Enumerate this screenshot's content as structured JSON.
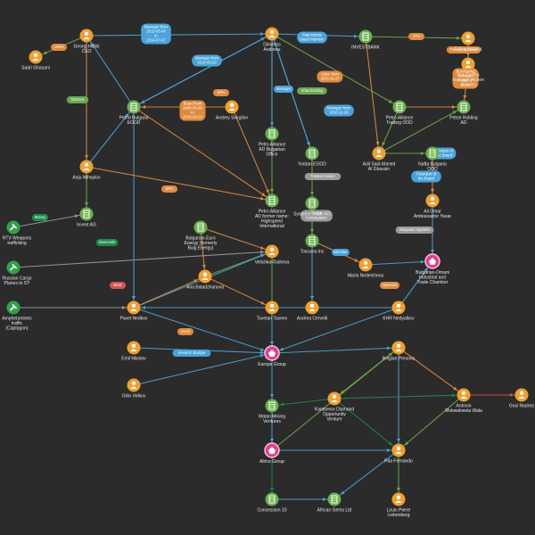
{
  "colors": {
    "background": "#2b2b2b",
    "person": "#f0a030",
    "company": "#6ab04c",
    "group": "#e0408c",
    "reg": "#2fa34a",
    "edge_blue": "#4aa3d9",
    "edge_green": "#6aa84f",
    "edge_orange": "#e08a3c",
    "edge_darkgreen": "#1e8a4a",
    "edge_red": "#d9534f",
    "edge_gray": "#9a9a9a"
  },
  "nodes": [
    {
      "id": "borislav",
      "type": "person",
      "label": "Georgi Halidi CEO"
    },
    {
      "id": "dimitrios",
      "type": "person",
      "label": "Dimitrios Andreou"
    },
    {
      "id": "sadri",
      "type": "person",
      "label": "Sadri Ghasani"
    },
    {
      "id": "ibvest",
      "type": "company",
      "label": "INVESTBANK"
    },
    {
      "id": "fatya",
      "type": "person",
      "label": "Fatya Sinovia"
    },
    {
      "id": "kelvin",
      "type": "person",
      "label": "Purchasing manager Hulton of Sales"
    },
    {
      "id": "petrol_holding",
      "type": "company",
      "label": "Petrol Holding AD"
    },
    {
      "id": "petrol_bulg",
      "type": "company",
      "label": "Petrol Bulgaria EOOD"
    },
    {
      "id": "andrey",
      "type": "person",
      "label": "Andrey Svirgilov"
    },
    {
      "id": "petro_alliance",
      "type": "company",
      "label": "Petro Alliance AD Bulgarian Office"
    },
    {
      "id": "petro_alliance_trading",
      "type": "company",
      "label": "Petro Alliance Trading OOD"
    },
    {
      "id": "adil",
      "type": "person",
      "label": "Adil Said Ahmed Al Ghassin"
    },
    {
      "id": "nafta_bulg",
      "type": "company",
      "label": "Nafta Bulgaria OOD"
    },
    {
      "id": "anju",
      "type": "person",
      "label": "Anju Mihaylov"
    },
    {
      "id": "yordan_eood",
      "type": "company",
      "label": "Yordan EOOD"
    },
    {
      "id": "invest_ag",
      "type": "company",
      "label": "Invest AG"
    },
    {
      "id": "petro_alliance_ad",
      "type": "company",
      "label": "Petro Alliance AD former name: Highspeed International Data Solutions"
    },
    {
      "id": "systems_trade",
      "type": "company",
      "label": "Systems Trade AG"
    },
    {
      "id": "ali_omar",
      "type": "person",
      "label": "Ali Omar Ambassador Yasar"
    },
    {
      "id": "bulgarian_euro",
      "type": "company",
      "label": "Bulgarian-Euro Energy (formerly Bulg Energy)"
    },
    {
      "id": "velichko",
      "type": "person",
      "label": "Velichko Tosheva"
    },
    {
      "id": "toscana",
      "type": "company",
      "label": "Toscana Inc"
    },
    {
      "id": "chamber",
      "type": "group",
      "label": "Bulgarian-Omani Industrial and Trade Chamber"
    },
    {
      "id": "rtv",
      "type": "reg",
      "label": "RTV Weapons trafficking"
    },
    {
      "id": "russian_cargo",
      "type": "reg",
      "label": "Russian Cargo Planes to SY"
    },
    {
      "id": "amphetamine",
      "type": "reg",
      "label": "Amphetamines traffic (Captagon)"
    },
    {
      "id": "maria",
      "type": "person",
      "label": "Maria Nedelcheva"
    },
    {
      "id": "ana",
      "type": "person",
      "label": "Ana Baladzhanova"
    },
    {
      "id": "pavel",
      "type": "person",
      "label": "Pavel Nedkov"
    },
    {
      "id": "tsvetan",
      "type": "person",
      "label": "Tsvetan Taseev"
    },
    {
      "id": "andrea",
      "type": "person",
      "label": "Andrea Cervelli"
    },
    {
      "id": "khr",
      "type": "person",
      "label": "KHR Nedyalkov"
    },
    {
      "id": "emil",
      "type": "person",
      "label": "Emil Nikolov"
    },
    {
      "id": "orlin",
      "type": "person",
      "label": "Orlin Velkov"
    },
    {
      "id": "europe_group",
      "type": "group",
      "label": "Europe Group"
    },
    {
      "id": "belgian_persons",
      "type": "person",
      "label": "Belgian Persons"
    },
    {
      "id": "matan",
      "type": "company",
      "label": "Matan Mining Ventures"
    },
    {
      "id": "diamond_venture",
      "type": "person",
      "label": "Kamberov Diamond Opportunity Venture"
    },
    {
      "id": "antonio",
      "type": "person",
      "label": "Antonio Mokwakweta Wala"
    },
    {
      "id": "gosi",
      "type": "person",
      "label": "Gosi Nackey"
    },
    {
      "id": "alimo",
      "type": "group",
      "label": "Alimo Group"
    },
    {
      "id": "rita",
      "type": "person",
      "label": "Rita Fernando"
    },
    {
      "id": "concession",
      "type": "company",
      "label": "Concession 10"
    },
    {
      "id": "african_gems",
      "type": "company",
      "label": "African Gems Ltd"
    },
    {
      "id": "louis",
      "type": "person",
      "label": "Louis Pierre Liebenberg"
    }
  ],
  "edges": [
    {
      "from": "borislav",
      "to": "dimitrios",
      "color": "blue",
      "label": "Manager from 2012-05-04 to 2014-07-07"
    },
    {
      "from": "dimitrios",
      "to": "ibvest",
      "color": "blue",
      "label": "Supervisory board Member"
    },
    {
      "from": "ibvest",
      "to": "fatya",
      "color": "green",
      "label": "20%"
    },
    {
      "from": "fatya",
      "to": "kelvin",
      "color": "orange",
      "label": "Former Spouses"
    },
    {
      "from": "kelvin",
      "to": "petrol_holding",
      "color": "orange",
      "label": "Purchasing manager Hulton of Sales"
    },
    {
      "from": "petrol_bulg",
      "to": "dimitrios",
      "color": "blue",
      "label": "Manager from 2014-05-29"
    },
    {
      "from": "andrey",
      "to": "petrol_bulg",
      "color": "orange",
      "label": "Board from 2006-05-09 to 2016-03-24"
    },
    {
      "from": "dimitrios",
      "to": "petro_alliance",
      "color": "blue",
      "label": "Manager"
    },
    {
      "from": "dimitrios",
      "to": "petro_alliance_trading",
      "color": "green",
      "label": "Shareholding"
    },
    {
      "from": "petro_alliance_trading",
      "to": "petrol_holding",
      "color": "orange",
      "label": "Manager from 2016-11-29"
    },
    {
      "from": "dimitrios",
      "to": "yordan_eood",
      "color": "blue",
      "label": "Manager"
    },
    {
      "from": "anju",
      "to": "invest_ag",
      "color": "green",
      "label": "Director"
    },
    {
      "from": "petrol_bulg",
      "to": "petro_alliance_ad",
      "color": "orange",
      "label": "Value from 2015-11-27"
    },
    {
      "from": "borislav",
      "to": "sadri",
      "color": "green",
      "label": "50%"
    },
    {
      "from": "borislav",
      "to": "anju",
      "color": "orange",
      "label": "50%"
    },
    {
      "from": "adil",
      "to": "nafta_bulg",
      "color": "green",
      "label": "80%"
    },
    {
      "from": "nafta_bulg",
      "to": "ali_omar",
      "color": "orange",
      "label": "50%"
    },
    {
      "from": "ali_omar",
      "to": "chamber",
      "color": "blue",
      "label": "President of the Board"
    },
    {
      "from": "yordan_eood",
      "to": "systems_trade",
      "color": "green",
      "label": "100%"
    },
    {
      "from": "systems_trade",
      "to": "toscana",
      "color": "green",
      "label": "50%"
    },
    {
      "from": "toscana",
      "to": "maria",
      "color": "orange",
      "label": "Spouses"
    },
    {
      "from": "maria",
      "to": "chamber",
      "color": "blue",
      "label": "Member of the Board"
    },
    {
      "from": "rtv",
      "to": "invest_ag",
      "color": "gray",
      "label": "Weapons Importer"
    },
    {
      "from": "russian_cargo",
      "to": "velichko",
      "color": "gray",
      "label": "Trusted Carrier"
    },
    {
      "from": "amphetamine",
      "to": "pavel",
      "color": "gray",
      "label": "Under Investigation"
    },
    {
      "from": "pavel",
      "to": "europe_group",
      "color": "blue",
      "label": "Member"
    },
    {
      "from": "emil",
      "to": "europe_group",
      "color": "blue",
      "label": "Member"
    },
    {
      "from": "orlin",
      "to": "europe_group",
      "color": "blue",
      "label": "Member"
    },
    {
      "from": "khr",
      "to": "europe_group",
      "color": "blue",
      "label": "Member"
    },
    {
      "from": "europe_group",
      "to": "belgian_persons",
      "color": "blue",
      "label": "Member"
    },
    {
      "from": "belgian_persons",
      "to": "diamond_venture",
      "color": "green",
      "label": "Money"
    },
    {
      "from": "antonio",
      "to": "gosi",
      "color": "red",
      "label": "Boss"
    },
    {
      "from": "alimo",
      "to": "rita",
      "color": "blue",
      "label": "Member"
    },
    {
      "from": "alimo",
      "to": "concession",
      "color": "darkgreen",
      "label": "Diamonds"
    },
    {
      "from": "concession",
      "to": "african_gems",
      "color": "blue",
      "label": "Member"
    },
    {
      "from": "rita",
      "to": "louis",
      "color": "green",
      "label": "100%"
    }
  ],
  "edge_labels": [
    "Manager from 2012-05-04 to 2014-07-07",
    "Manager from 2014-05-29",
    "Supervisory board Member",
    "20%",
    "Former Spouses",
    "Purchasing manager Hulton of Sales",
    "Board from 2006-05-09 to 2016-03-24",
    "Manager",
    "Shareholding",
    "Value from 2015-11-27",
    "Manager from 2016-11-29",
    "50%",
    "80%",
    "100%",
    "Director",
    "Member of the Board",
    "President of the Board",
    "Weapons Importer",
    "Trusted Carrier",
    "Under Investigation",
    "Member",
    "Spouses",
    "Money",
    "Diamonds",
    "Boss",
    "Uncle",
    "Invest in Europe"
  ]
}
